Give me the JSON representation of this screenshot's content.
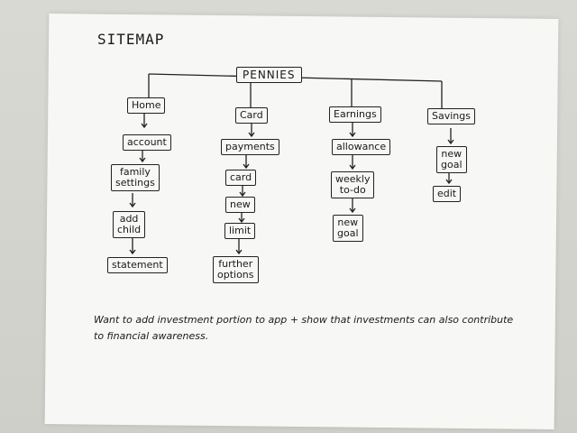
{
  "title": "SITEMAP",
  "root": "PENNIES",
  "branches": [
    {
      "label": "Home",
      "children": [
        "account",
        "family\nsettings",
        "add\nchild",
        "statement"
      ]
    },
    {
      "label": "Card",
      "children": [
        "payments",
        "card",
        "new",
        "limit",
        "further\noptions"
      ]
    },
    {
      "label": "Earnings",
      "children": [
        "allowance",
        "weekly\nto-do",
        "new\ngoal"
      ]
    },
    {
      "label": "Savings",
      "children": [
        "new\ngoal",
        "edit"
      ]
    }
  ],
  "note": "Want to add investment portion to app + show that investments can also contribute to financial awareness."
}
